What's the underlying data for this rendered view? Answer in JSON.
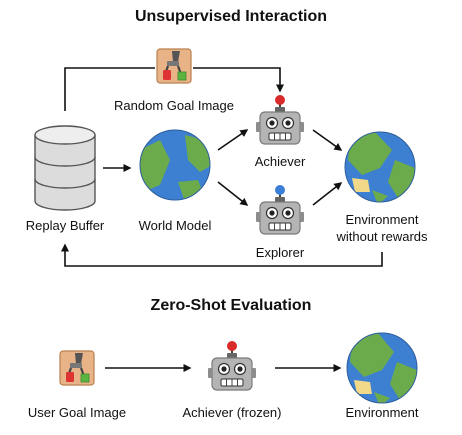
{
  "titles": {
    "top": "Unsupervised Interaction",
    "bottom": "Zero-Shot Evaluation"
  },
  "labels": {
    "random_goal_image": "Random Goal Image",
    "replay_buffer": "Replay Buffer",
    "world_model": "World Model",
    "achiever": "Achiever",
    "explorer": "Explorer",
    "environment_line1": "Environment",
    "environment_line2": "without rewards",
    "user_goal_image": "User Goal Image",
    "achiever_frozen": "Achiever (frozen)",
    "environment": "Environment"
  },
  "icons": {
    "goal_image": "robot-arm-goal-image-icon",
    "database": "database-icon",
    "globe": "earth-globe-icon",
    "robot": "robot-head-icon"
  },
  "colors": {
    "ocean": "#3d7fd1",
    "land": "#6cab4b",
    "sand": "#f2d98a",
    "robot_gray": "#b4b4b4",
    "achiever_antenna": "#d92a2a",
    "explorer_antenna": "#3a7ed8",
    "goal_tile": "#e8b386",
    "arrow": "#111111"
  }
}
